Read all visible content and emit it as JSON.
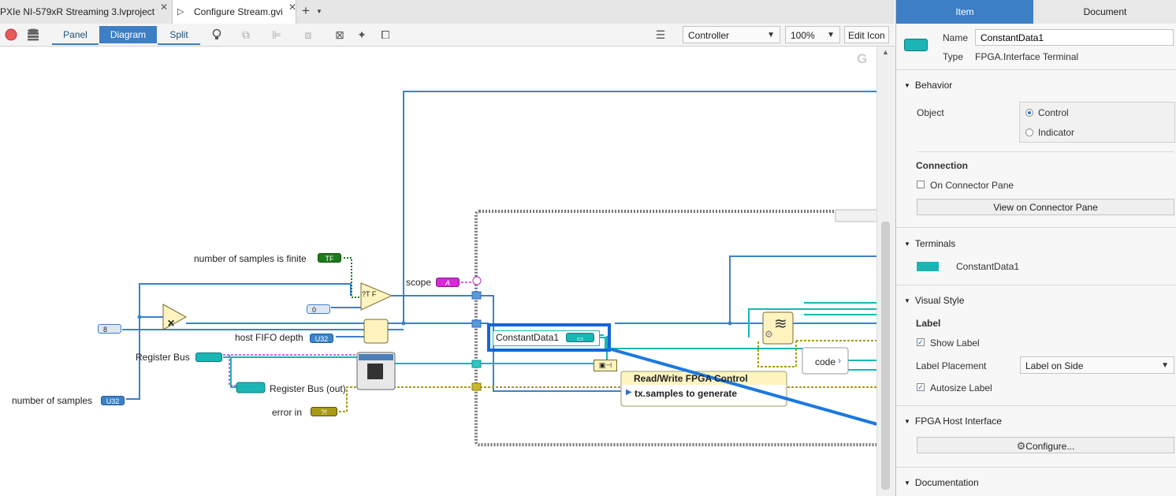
{
  "tabs": [
    {
      "label": "PXIe NI-579xR Streaming 3.lvproject *",
      "active": false
    },
    {
      "label": "Configure Stream.gvi",
      "active": true
    }
  ],
  "new_tab_label": "+",
  "toolbar": {
    "views": [
      "Panel",
      "Diagram",
      "Split"
    ],
    "active_view": "Diagram",
    "target": "Controller",
    "zoom": "100%",
    "edit_icon": "Edit Icon"
  },
  "diagram": {
    "corner_glyph": "G",
    "labels": {
      "finite": "number of samples is finite",
      "scope": "scope",
      "host_fifo_depth": "host FIFO depth",
      "register_bus": "Register Bus",
      "register_bus_out": "Register Bus (out)",
      "error_in": "error in",
      "number_of_samples": "number of samples"
    },
    "constants": {
      "eight": "8",
      "zero": "0"
    },
    "terminal_types": {
      "tf": "TF",
      "u32": "U32",
      "scope": "A"
    },
    "highlighted_terminal": "ConstantData1",
    "rw_node": {
      "title": "Read/Write FPGA Control",
      "item": "tx.samples to generate"
    },
    "code_node": "code"
  },
  "panel": {
    "tabs": [
      "Item",
      "Document"
    ],
    "active_tab": "Item",
    "name_label": "Name",
    "name_value": "ConstantData1",
    "type_label": "Type",
    "type_value": "FPGA.Interface Terminal",
    "behavior": {
      "heading": "Behavior",
      "object_label": "Object",
      "options": [
        "Control",
        "Indicator"
      ],
      "selected": "Control"
    },
    "connection": {
      "heading": "Connection",
      "checkbox": "On Connector Pane",
      "checked": false,
      "button": "View on Connector Pane"
    },
    "terminals": {
      "heading": "Terminals",
      "item": "ConstantData1"
    },
    "visual_style": {
      "heading": "Visual Style",
      "label_heading": "Label",
      "show_label": "Show Label",
      "show_label_checked": true,
      "placement_label": "Label Placement",
      "placement_value": "Label on Side",
      "autosize": "Autosize Label",
      "autosize_checked": true
    },
    "fpga": {
      "heading": "FPGA Host Interface",
      "button": "Configure..."
    },
    "documentation": {
      "heading": "Documentation"
    }
  },
  "colors": {
    "accent": "#3d7fc4",
    "highlight": "#1565d8",
    "wire_blue": "#3c82c8",
    "wire_teal": "#1bb5b5",
    "wire_olive": "#a89a16"
  }
}
